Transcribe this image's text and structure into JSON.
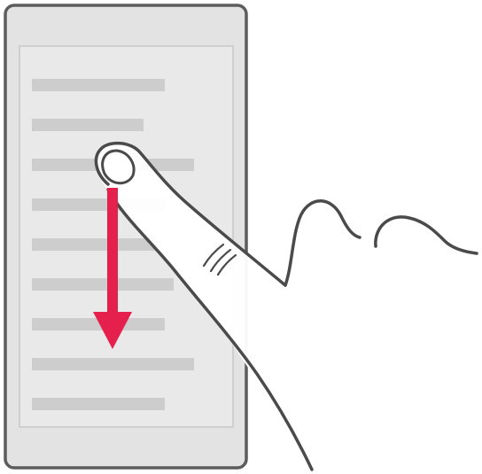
{
  "illustration": {
    "subject": "scroll-down-gesture",
    "device": "phone",
    "gesture": "swipe-down",
    "list_items_visible": 9
  },
  "colors": {
    "device_fill": "#e3e3e3",
    "device_outline": "#5c5c5c",
    "screen_fill": "#e9e9e9",
    "screen_outline": "#c8c8c8",
    "list_line": "#cdcdcd",
    "arrow": "#e5204d",
    "hand_fill": "#ffffff",
    "hand_outline": "#4a4a4a"
  }
}
